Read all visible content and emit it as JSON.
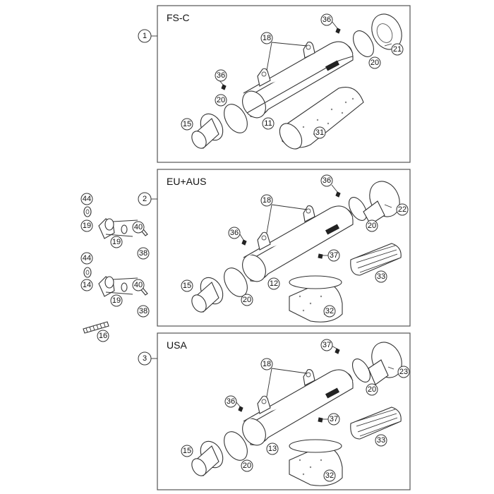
{
  "panels": [
    {
      "variant_number": "1",
      "title": "FS-C",
      "callouts": [
        "36",
        "18",
        "21",
        "20",
        "36",
        "20",
        "11",
        "31",
        "15"
      ]
    },
    {
      "variant_number": "2",
      "title": "EU+AUS",
      "callouts": [
        "36",
        "18",
        "22",
        "36",
        "20",
        "37",
        "33",
        "15",
        "20",
        "12",
        "32"
      ]
    },
    {
      "variant_number": "3",
      "title": "USA",
      "callouts": [
        "37",
        "18",
        "23",
        "20",
        "36",
        "37",
        "33",
        "15",
        "20",
        "13",
        "32"
      ]
    }
  ],
  "side_parts": {
    "callouts": [
      "44",
      "19",
      "19",
      "40",
      "38",
      "44",
      "14",
      "19",
      "40",
      "38",
      "16"
    ]
  },
  "icons": {
    "spring": "spring-icon",
    "bolt": "bolt-icon",
    "washer": "washer-icon",
    "bracket": "bracket-icon",
    "muffler": "muffler-icon",
    "filter": "filter-insert-icon",
    "steel_wool": "steel-wool-icon",
    "end_cap": "end-cap-icon",
    "inlet": "inlet-pipe-icon",
    "gasket": "gasket-ring-icon"
  }
}
